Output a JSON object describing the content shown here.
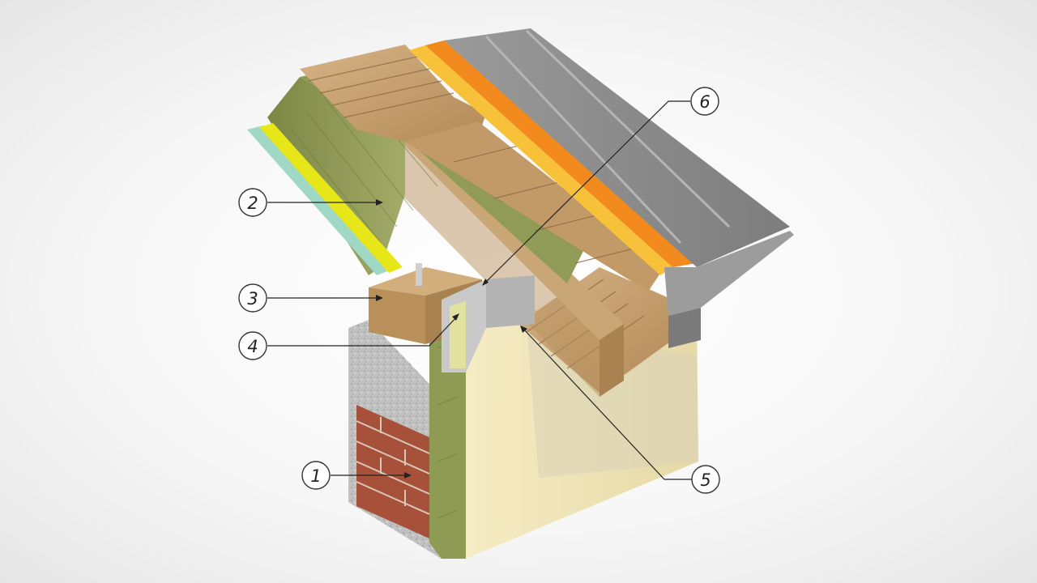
{
  "colors": {
    "background": "#f4f4f4",
    "brick": "#a8513a",
    "mineral_wool": "#8f9a55",
    "wood": "#c49d6a",
    "plaster": "#f2e6b8",
    "membrane_orange": "#f28a1e",
    "membrane_yellow": "#f7c23a",
    "vapour_barrier": "#e6e619",
    "metal_roof": "#8e8e8e",
    "concrete_block": "#b9b9b9"
  },
  "callouts": [
    {
      "id": "1",
      "label": "1"
    },
    {
      "id": "2",
      "label": "2"
    },
    {
      "id": "3",
      "label": "3"
    },
    {
      "id": "4",
      "label": "4"
    },
    {
      "id": "5",
      "label": "5"
    },
    {
      "id": "6",
      "label": "6"
    }
  ]
}
